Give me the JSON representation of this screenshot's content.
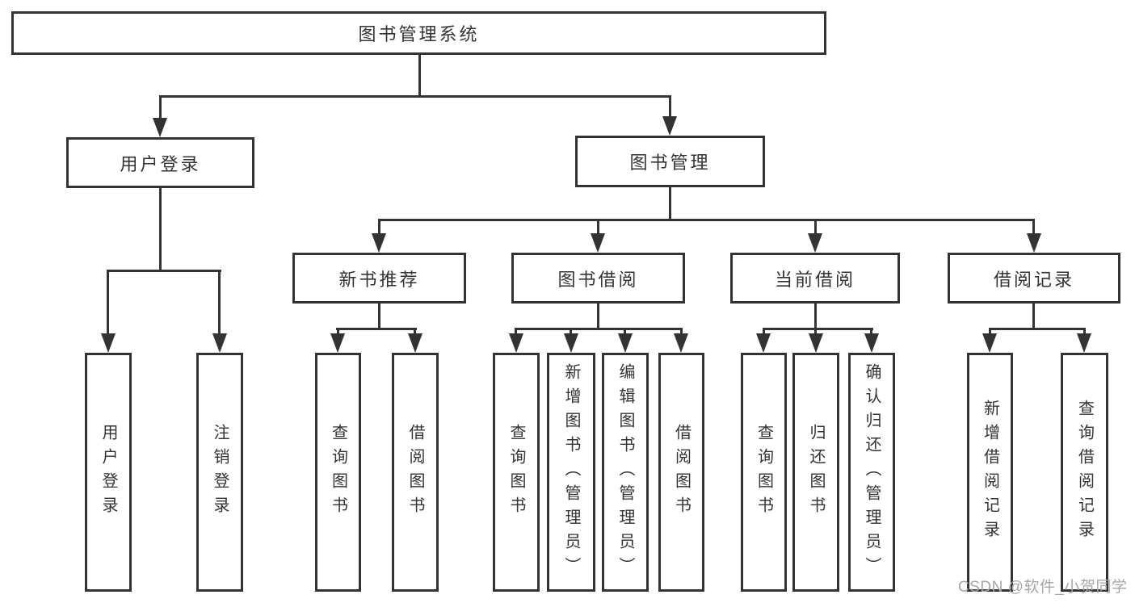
{
  "diagram": {
    "type": "tree",
    "tree": {
      "label": "图书管理系统",
      "children": [
        {
          "label": "用户登录",
          "children": [
            {
              "label": "用户登录"
            },
            {
              "label": "注销登录"
            }
          ]
        },
        {
          "label": "图书管理",
          "children": [
            {
              "label": "新书推荐",
              "children": [
                {
                  "label": "查询图书"
                },
                {
                  "label": "借阅图书"
                }
              ]
            },
            {
              "label": "图书借阅",
              "children": [
                {
                  "label": "查询图书"
                },
                {
                  "label": "新增图书（管理员）"
                },
                {
                  "label": "编辑图书（管理员）"
                },
                {
                  "label": "借阅图书"
                }
              ]
            },
            {
              "label": "当前借阅",
              "children": [
                {
                  "label": "查询图书"
                },
                {
                  "label": "归还图书"
                },
                {
                  "label": "确认归还（管理员）"
                }
              ]
            },
            {
              "label": "借阅记录",
              "children": [
                {
                  "label": "新增借阅记录"
                },
                {
                  "label": "查询借阅记录"
                }
              ]
            }
          ]
        }
      ]
    },
    "colors": {
      "line": "#333333",
      "box_fill": "#ffffff",
      "background": "#ffffff"
    }
  },
  "watermark": {
    "text": "CSDN @软件_小贺同学",
    "color": "#a6a6a6"
  }
}
